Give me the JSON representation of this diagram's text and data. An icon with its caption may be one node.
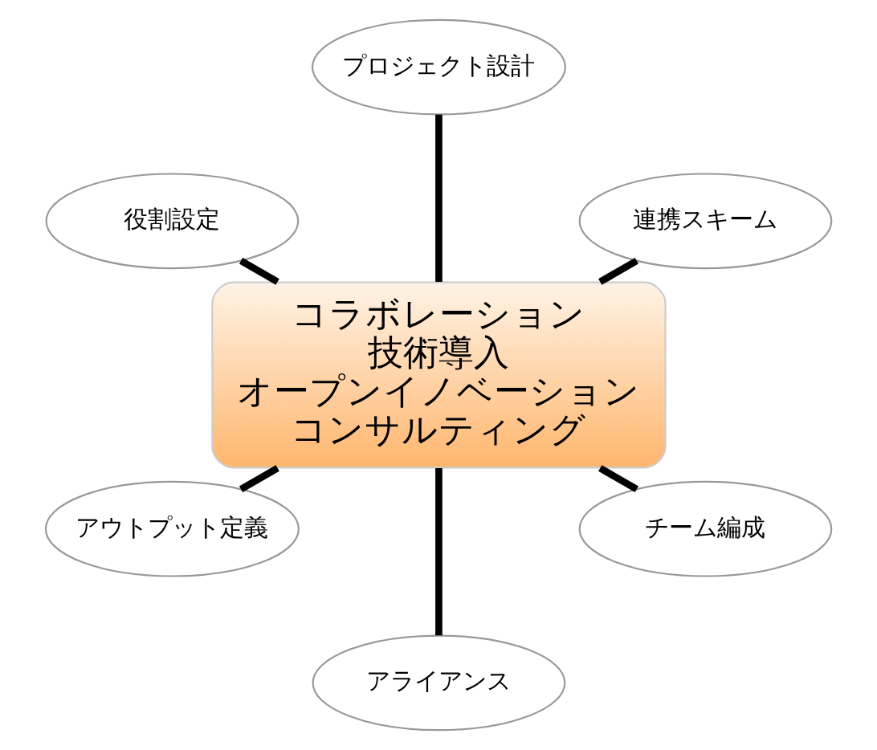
{
  "diagram": {
    "nodes": [
      {
        "text": [
          "コラボレーション",
          "技術導入",
          "オープンイノベーション",
          "コンサルティング"
        ]
      },
      {
        "text": [
          "連携スキーム"
        ]
      },
      {
        "text": [
          "プロジェクト設計"
        ]
      },
      {
        "text": [
          "役割設定"
        ]
      },
      {
        "text": [
          "アウトプット定義"
        ]
      },
      {
        "text": [
          "アライアンス"
        ]
      },
      {
        "text": [
          "チーム編成"
        ]
      }
    ],
    "edges": [
      {
        "from": 0,
        "to": 1,
        "arrow": "none"
      },
      {
        "from": 0,
        "to": 2,
        "arrow": "none"
      },
      {
        "from": 0,
        "to": 3,
        "arrow": "none"
      },
      {
        "from": 0,
        "to": 4,
        "arrow": "none"
      },
      {
        "from": 0,
        "to": 5,
        "arrow": "none"
      },
      {
        "from": 0,
        "to": 6,
        "arrow": "none"
      }
    ]
  }
}
